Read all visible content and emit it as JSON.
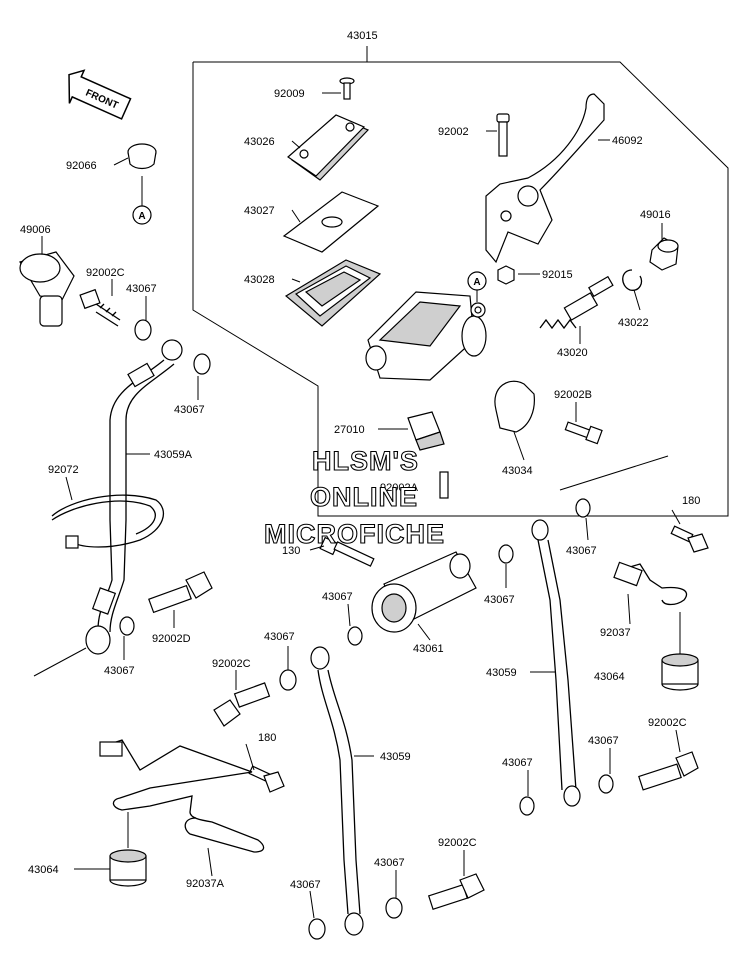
{
  "labels": {
    "top": "43015",
    "p92009": "92009",
    "p43026": "43026",
    "p43027": "43027",
    "p43028": "43028",
    "p92002": "92002",
    "p46092": "46092",
    "p49016": "49016",
    "p92015": "92015",
    "p43022": "43022",
    "p43020": "43020",
    "p92002B": "92002B",
    "p27010": "27010",
    "p92002A": "92002A",
    "p43034": "43034",
    "p92066": "92066",
    "p49006": "49006",
    "p92002C_a": "92002C",
    "p43067_a": "43067",
    "p43067_b": "43067",
    "p43059A": "43059A",
    "p92072": "92072",
    "p92002D": "92002D",
    "p43067_c": "43067",
    "p130": "130",
    "p43067_d": "43067",
    "p43061": "43061",
    "p43067_e": "43067",
    "p43067_f": "43067",
    "p180_a": "180",
    "p92037": "92037",
    "p43064_a": "43064",
    "p43059_a": "43059",
    "p92002C_b": "92002C",
    "p43067_g": "43067",
    "p43059_b": "43059",
    "p180_b": "180",
    "p43064_b": "43064",
    "p92037A": "92037A",
    "p43067_h": "43067",
    "p43067_i": "43067",
    "p92002C_c": "92002C",
    "p43067_j": "43067",
    "p92002C_d": "92002C",
    "p43067_k": "43067"
  },
  "callouts": {
    "a1": "A",
    "a2": "A"
  },
  "front_badge": "FRONT",
  "watermark": {
    "line1": "HLSM'S",
    "line2": "ONLINE",
    "line3": "MICROFICHE"
  }
}
